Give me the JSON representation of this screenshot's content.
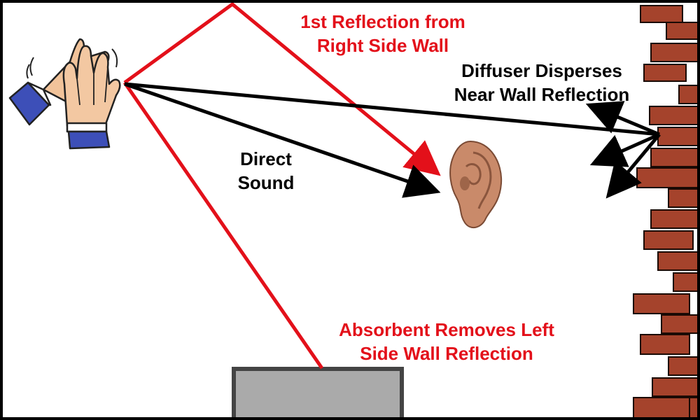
{
  "labels": {
    "first_reflection": {
      "line1": "1st Reflection from",
      "line2": "Right Side Wall"
    },
    "diffuser": {
      "line1": "Diffuser Disperses",
      "line2": "Near Wall Reflection"
    },
    "direct_sound": {
      "line1": "Direct",
      "line2": "Sound"
    },
    "absorbent": {
      "line1": "Absorbent Removes Left",
      "line2": "Side Wall Reflection"
    }
  },
  "icons": {
    "source": "clapping-hands-icon",
    "listener": "ear-icon",
    "wall": "brick-wall-icon",
    "absorber": "absorbent-panel-icon"
  },
  "colors": {
    "reflection_path": "#e3101a",
    "direct_path": "#000000",
    "brick": "#a5432c",
    "brick_outline": "#1a0a05",
    "absorber_fill": "#aaaaaa",
    "absorber_border": "#444444",
    "skin": "#f1c39a",
    "sleeve": "#3d4fb8",
    "ear": "#c98a6a"
  }
}
